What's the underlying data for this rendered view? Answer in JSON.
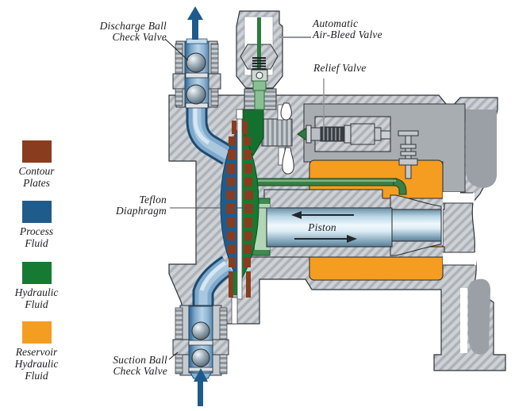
{
  "legend": {
    "items": [
      {
        "label_lines": [
          "Contour",
          "Plates"
        ],
        "color": "#8a3c1e"
      },
      {
        "label_lines": [
          "Process",
          "Fluid"
        ],
        "color": "#1f5c8c"
      },
      {
        "label_lines": [
          "Hydraulic",
          "Fluid"
        ],
        "color": "#177a33"
      },
      {
        "label_lines": [
          "Reservoir",
          "Hydraulic",
          "Fluid"
        ],
        "color": "#f59d20"
      }
    ]
  },
  "callouts": {
    "discharge_ball_check_valve": {
      "line1": "Discharge Ball",
      "line2": "Check Valve"
    },
    "automatic_air_bleed_valve": {
      "line1": "Automatic",
      "line2": "Air-Bleed Valve"
    },
    "relief_valve": {
      "label": "Relief Valve"
    },
    "teflon_diaphragm": {
      "line1": "Teflon",
      "line2": "Diaphragm"
    },
    "piston": {
      "label": "Piston"
    },
    "suction_ball_check_valve": {
      "line1": "Suction Ball",
      "line2": "Check Valve"
    }
  }
}
